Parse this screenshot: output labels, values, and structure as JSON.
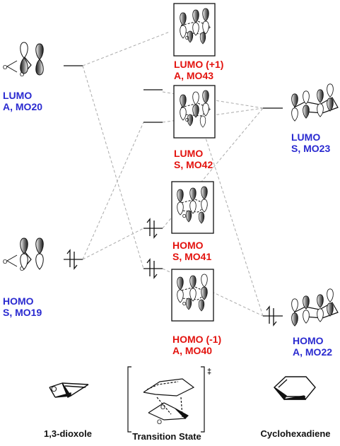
{
  "colors": {
    "reactant_orbitals": "#2a2ad0",
    "ts_orbitals": "#e3130f",
    "correlation_lines": "#aaaaaa"
  },
  "dioxole": {
    "lumo": {
      "line1": "LUMO",
      "line2": "A, MO20"
    },
    "homo": {
      "line1": "HOMO",
      "line2": "S, MO19"
    }
  },
  "transition_state": {
    "lumo_plus1": {
      "line1": "LUMO (+1)",
      "line2": "A, MO43"
    },
    "lumo": {
      "line1": "LUMO",
      "line2": "S, MO42"
    },
    "homo": {
      "line1": "HOMO",
      "line2": "S, MO41"
    },
    "homo_minus1": {
      "line1": "HOMO (-1)",
      "line2": "A, MO40"
    }
  },
  "cyclohexadiene": {
    "lumo": {
      "line1": "LUMO",
      "line2": "S, MO23"
    },
    "homo": {
      "line1": "HOMO",
      "line2": "A, MO22"
    }
  },
  "structures": {
    "dioxole_label": "1,3-dioxole",
    "ts_label": "Transition State",
    "ts_mark": "‡",
    "diene_label": "Cyclohexadiene",
    "oxygen": "O"
  }
}
